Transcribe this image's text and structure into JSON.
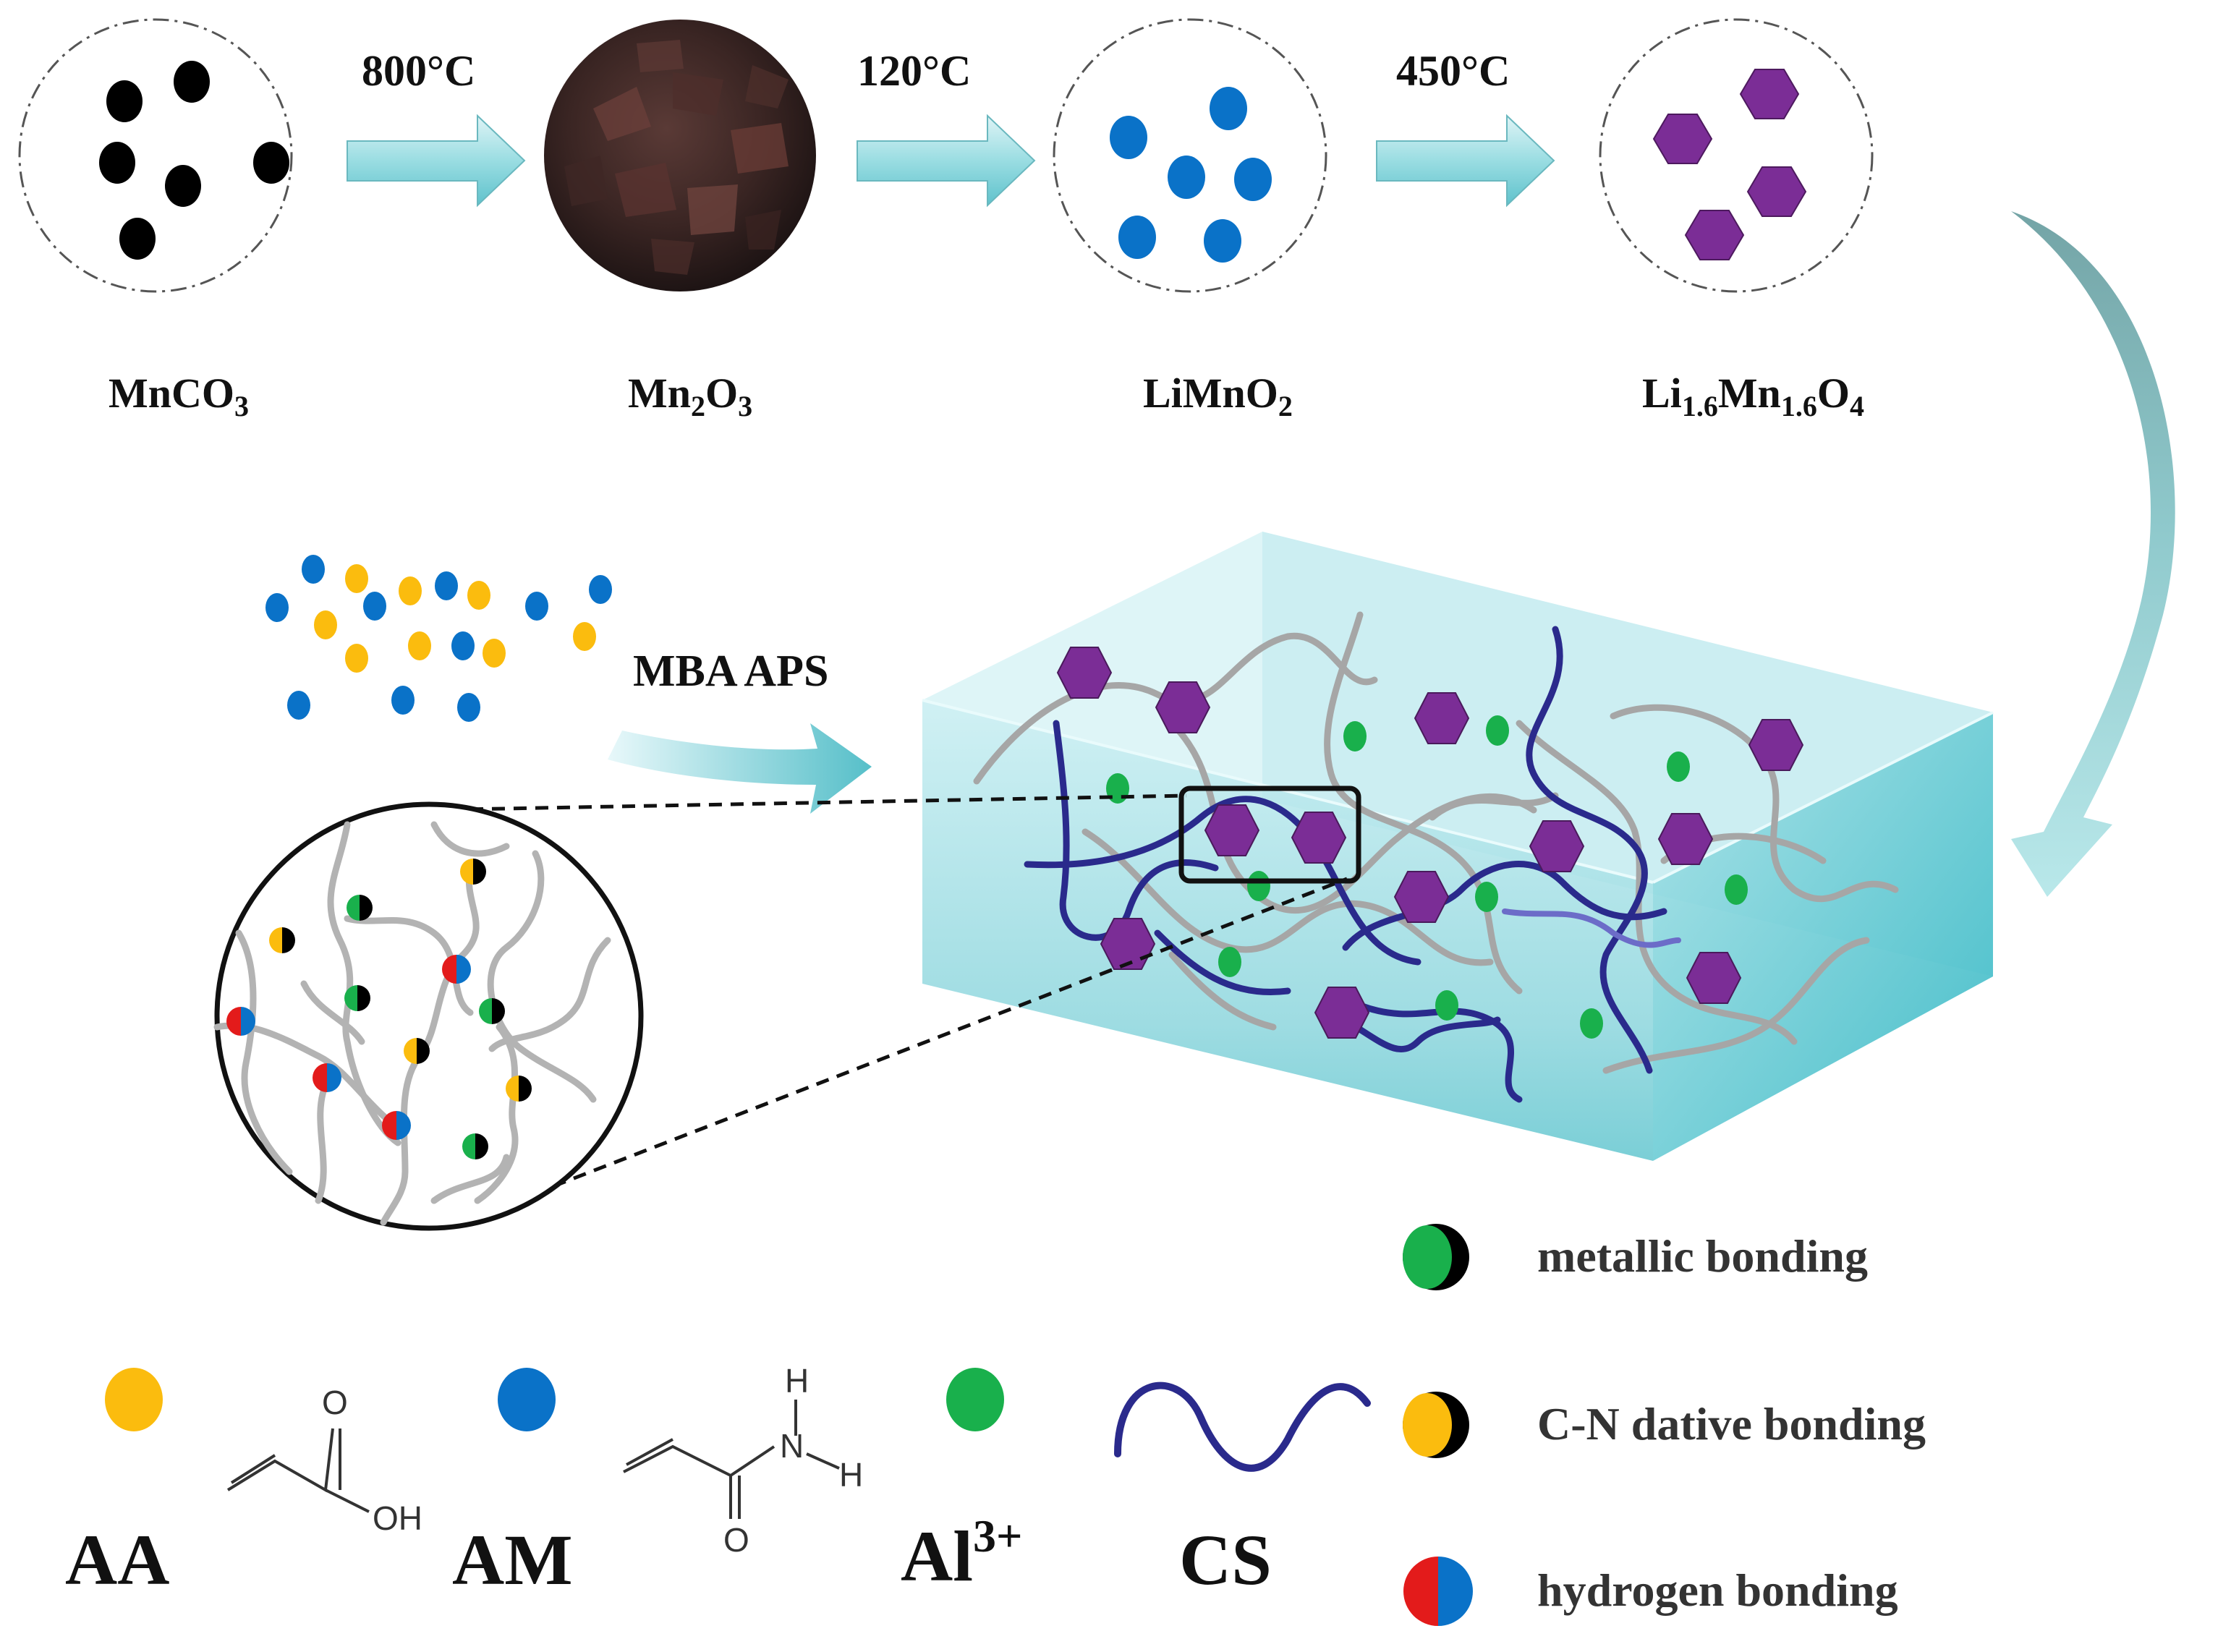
{
  "synthesis": {
    "step1_temp": "800°C",
    "step2_temp": "120°C",
    "step3_temp": "450°C",
    "compound1": {
      "base": "MnCO",
      "sub": "3"
    },
    "compound2": {
      "p1": "Mn",
      "s1": "2",
      "p2": "O",
      "s2": "3"
    },
    "compound3": {
      "p1": "LiMnO",
      "s1": "2"
    },
    "compound4": {
      "p1": "Li",
      "s1": "1.6",
      "p2": "Mn",
      "s2": "1.6",
      "p3": "O",
      "s3": "4"
    }
  },
  "polymerization": {
    "initiators": "MBA APS"
  },
  "legend": {
    "metallic": "metallic bonding",
    "dative": "C-N dative bonding",
    "hydrogen": "hydrogen bonding"
  },
  "monomers": {
    "aa": "AA",
    "am": "AM",
    "al_base": "Al",
    "al_sup": "3+",
    "cs": "CS",
    "aa_atom_o": "O",
    "aa_atom_oh": "OH",
    "am_atom_o": "O",
    "am_atom_n": "N",
    "am_atom_h1": "H",
    "am_atom_h2": "H"
  },
  "colors": {
    "black": "#000000",
    "blue": "#0a72c8",
    "yellow": "#fbbc0e",
    "green": "#19b04c",
    "red": "#e31b1b",
    "purple": "#7b2d96",
    "cs_chain": "#2a2a8c",
    "polymer_gray": "#a6a6a6",
    "arrow_teal": "#8fd6dc",
    "hydrogel": "#7fd0d8"
  }
}
